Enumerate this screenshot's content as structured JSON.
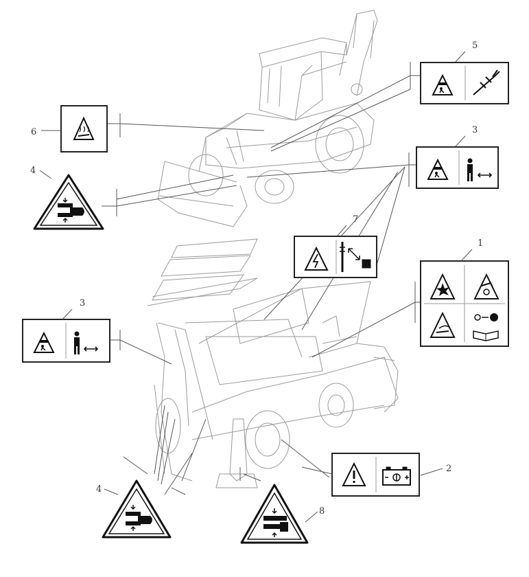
{
  "callouts": [
    {
      "id": "c5",
      "label": "5"
    },
    {
      "id": "c6",
      "label": "6"
    },
    {
      "id": "c3a",
      "label": "3"
    },
    {
      "id": "c4a",
      "label": "4"
    },
    {
      "id": "c7",
      "label": "7"
    },
    {
      "id": "c1",
      "label": "1"
    },
    {
      "id": "c3b",
      "label": "3"
    },
    {
      "id": "c2",
      "label": "2"
    },
    {
      "id": "c4b",
      "label": "4"
    },
    {
      "id": "c8",
      "label": "8"
    }
  ],
  "colors": {
    "line": "#555555",
    "sketch": "#9a9a9a",
    "ink": "#111111",
    "panel_fill": "#ffffff"
  }
}
